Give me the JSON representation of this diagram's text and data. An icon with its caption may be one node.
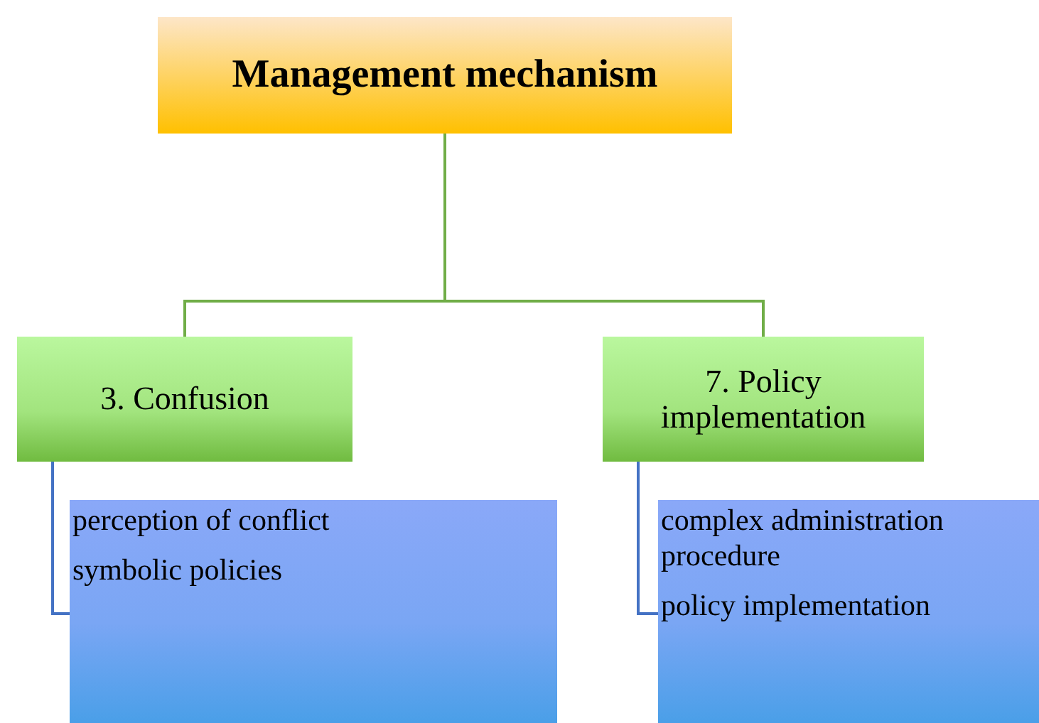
{
  "diagram": {
    "nodes": [
      {
        "text": [
          "Management mechanism"
        ]
      },
      {
        "text": [
          "3. Confusion"
        ]
      },
      {
        "text": [
          "7. Policy implementation"
        ]
      },
      {
        "text": [
          "perception of conflict",
          "symbolic policies"
        ]
      },
      {
        "text": [
          "complex administration procedure",
          "policy implementation"
        ]
      }
    ],
    "edges": [
      {
        "from": 0,
        "to": 1,
        "arrow": "none"
      },
      {
        "from": 0,
        "to": 2,
        "arrow": "none"
      },
      {
        "from": 1,
        "to": 3,
        "arrow": "none",
        "color": "#4472c4"
      },
      {
        "from": 2,
        "to": 4,
        "arrow": "none",
        "color": "#4472c4"
      }
    ]
  }
}
